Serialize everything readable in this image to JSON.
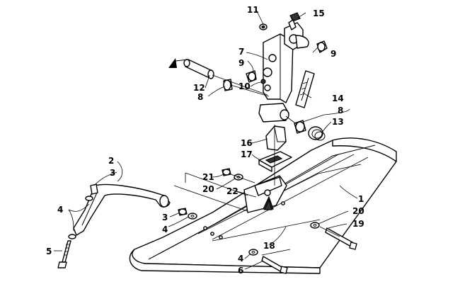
{
  "diagram": {
    "title": "",
    "callouts": [
      "1",
      "2",
      "3",
      "4",
      "5",
      "6",
      "7",
      "8",
      "9",
      "10",
      "11",
      "12",
      "13",
      "14",
      "15",
      "16",
      "17",
      "18",
      "19",
      "20",
      "21",
      "22"
    ]
  },
  "labels": {
    "l1": "1",
    "l2": "2",
    "l3_left": "3",
    "l3_mid": "3",
    "l4_left": "4",
    "l4_mid": "4",
    "l4_bottom": "4",
    "l5": "5",
    "l6": "6",
    "l7": "7",
    "l8_top": "8",
    "l8_left": "8",
    "l9_left": "9",
    "l9_right": "9",
    "l10": "10",
    "l11": "11",
    "l12": "12",
    "l13": "13",
    "l14": "14",
    "l15": "15",
    "l16": "16",
    "l17": "17",
    "l18": "18",
    "l19": "19",
    "l20_left": "20",
    "l20_right": "20",
    "l21": "21",
    "l22": "22"
  }
}
